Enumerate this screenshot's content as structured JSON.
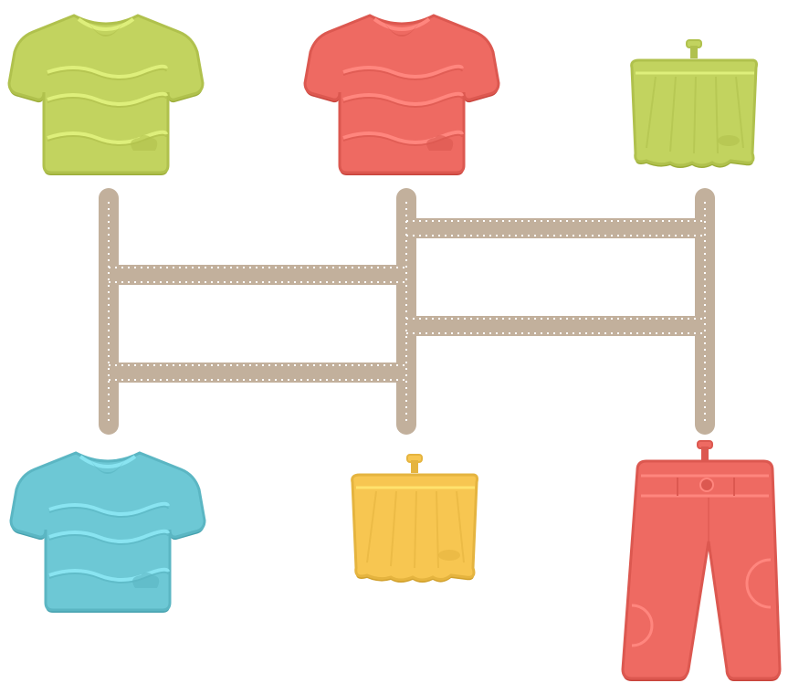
{
  "game": {
    "type": "ladder-matching"
  },
  "colors": {
    "rail": "#c2b09c",
    "dash": "#ffffff",
    "green": "#c2d35f",
    "red": "#ee6a62",
    "teal": "#6dc8d5",
    "yellow": "#f7c651"
  },
  "top_items": [
    {
      "kind": "tshirt",
      "color": "green",
      "icon": "tshirt-icon"
    },
    {
      "kind": "tshirt",
      "color": "red",
      "icon": "tshirt-icon"
    },
    {
      "kind": "skirt",
      "color": "green",
      "icon": "skirt-icon"
    }
  ],
  "bottom_items": [
    {
      "kind": "tshirt",
      "color": "teal",
      "icon": "tshirt-icon"
    },
    {
      "kind": "skirt",
      "color": "yellow",
      "icon": "skirt-icon"
    },
    {
      "kind": "pants",
      "color": "red",
      "icon": "pants-icon"
    }
  ],
  "ladder": {
    "columns": 3,
    "rungs": [
      {
        "from": 2,
        "to": 3
      },
      {
        "from": 1,
        "to": 2
      },
      {
        "from": 2,
        "to": 3
      },
      {
        "from": 1,
        "to": 2
      }
    ]
  }
}
